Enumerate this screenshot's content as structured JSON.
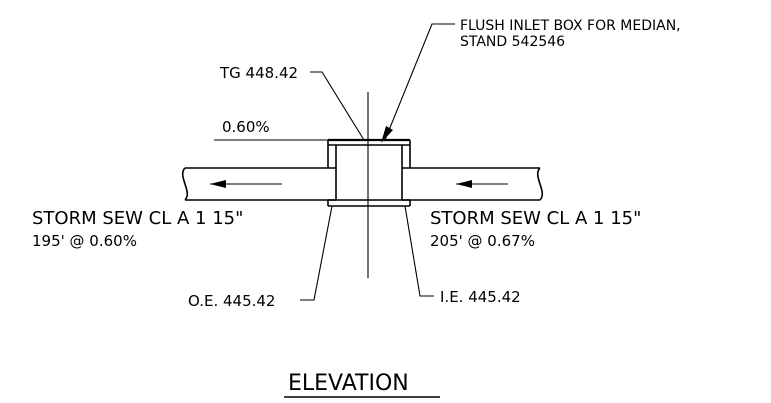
{
  "drawing": {
    "callouts": {
      "inlet_box_line1": "FLUSH INLET BOX FOR MEDIAN,",
      "inlet_box_line2": "STAND 542546",
      "top_grate": "TG 448.42",
      "upstream_slope": "0.60%",
      "left_pipe_label": "STORM SEW CL A 1 15\"",
      "left_pipe_length_slope": "195' @ 0.60%",
      "right_pipe_label": "STORM SEW CL A 1 15\"",
      "right_pipe_length_slope": "205' @ 0.67%",
      "outlet_elevation": "O.E. 445.42",
      "inlet_elevation": "I.E. 445.42"
    },
    "title": "ELEVATION"
  }
}
